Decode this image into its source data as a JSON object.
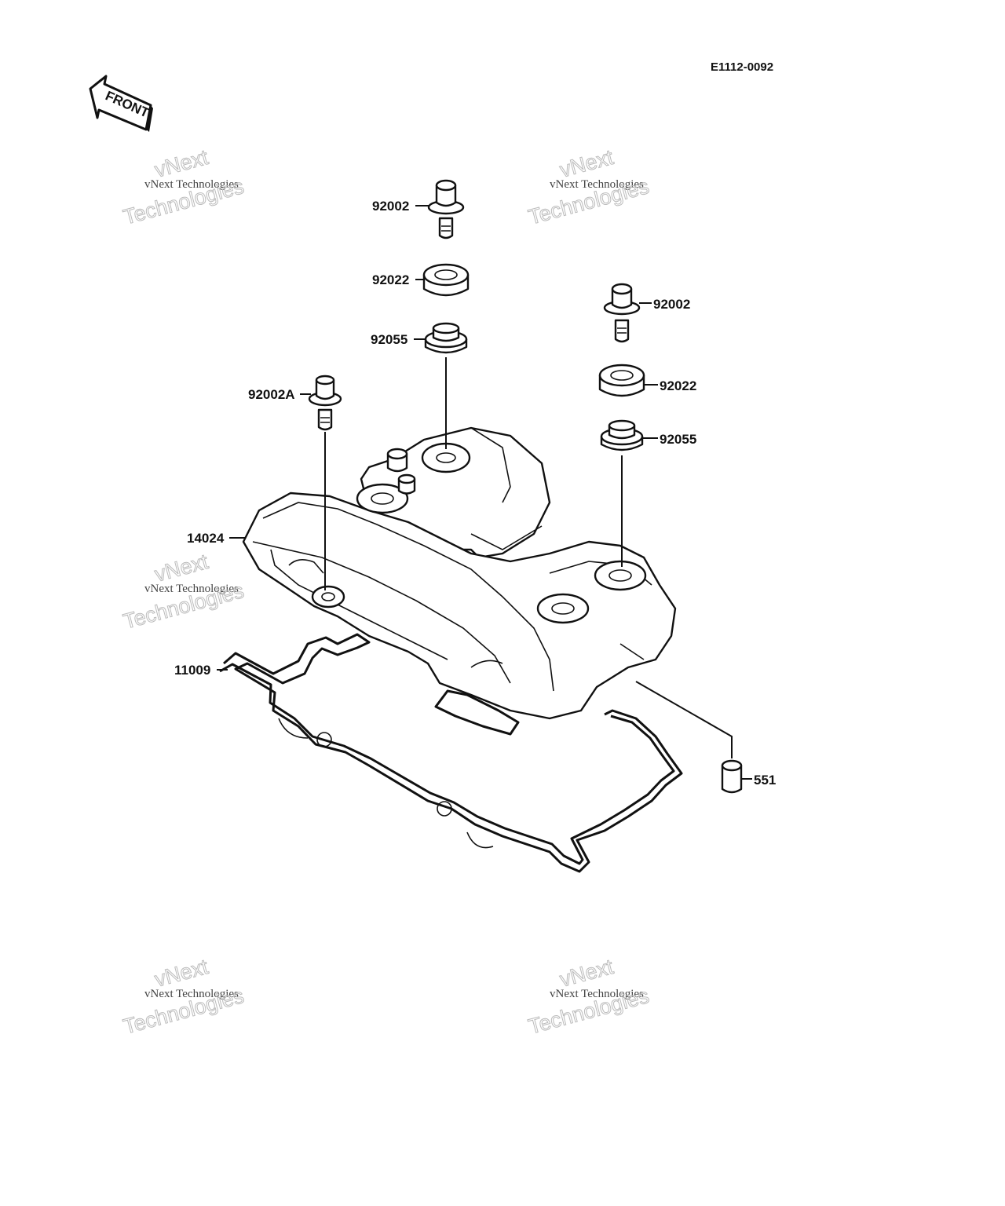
{
  "diagram": {
    "code": "E1112-0092",
    "front_label": "FRONT",
    "watermark": {
      "line1": "vNext Technologies",
      "line2": "vNext",
      "line3": "Technologies"
    },
    "callouts": {
      "bolt_a_top": "92002",
      "grommet_a": "92022",
      "seal_a": "92055",
      "bolt_b": "92002",
      "grommet_b": "92022",
      "seal_b": "92055",
      "bolt_side": "92002A",
      "cover": "14024",
      "gasket": "11009",
      "dowel": "551"
    }
  }
}
